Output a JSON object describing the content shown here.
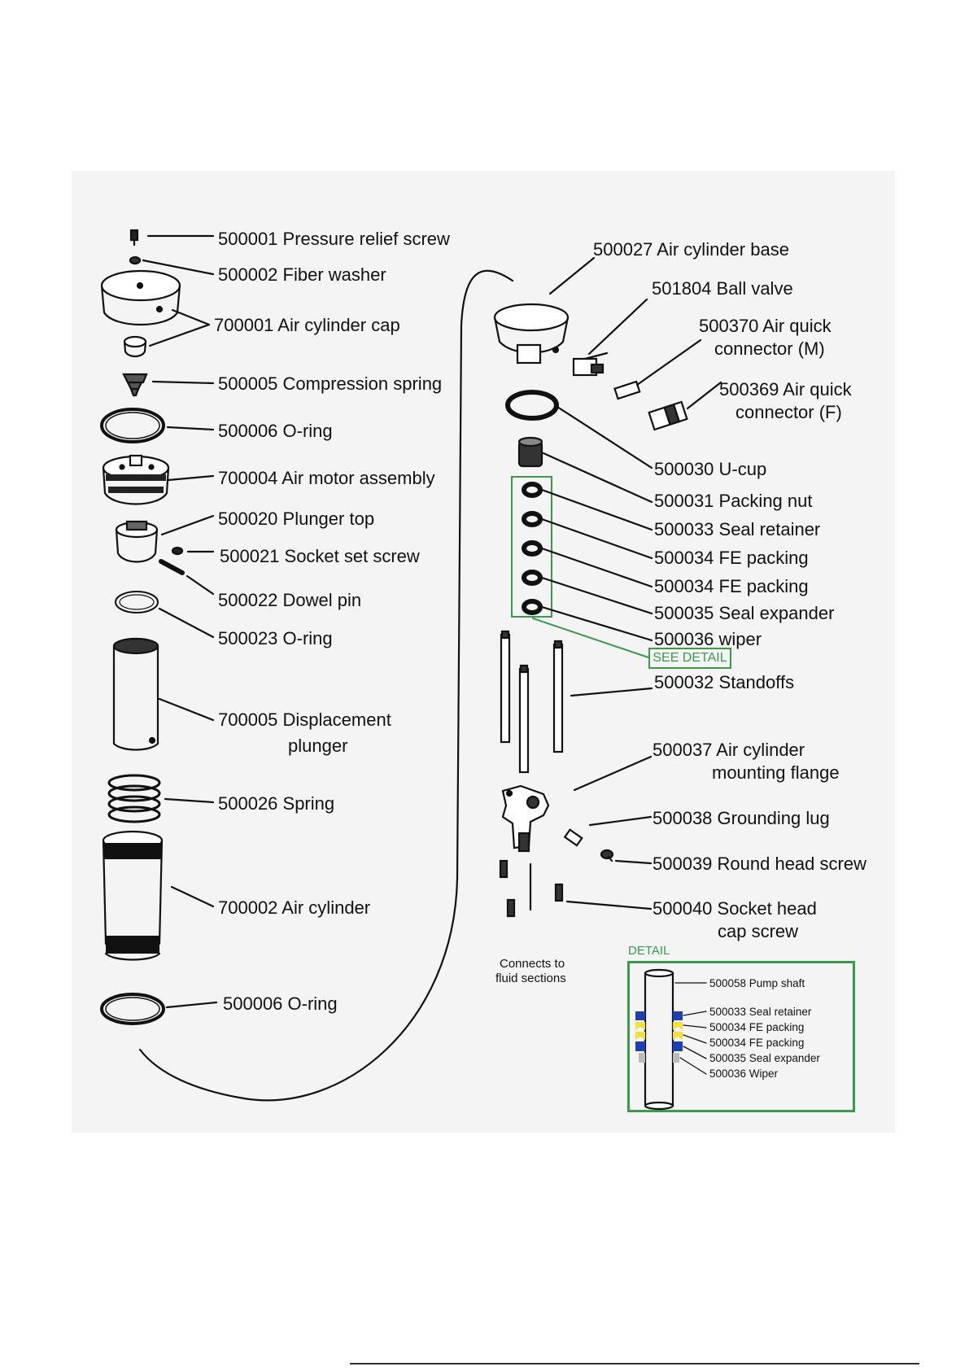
{
  "parts_left": [
    {
      "text": "500001 Pressure relief screw"
    },
    {
      "text": "500002 Fiber washer"
    },
    {
      "text": "700001 Air cylinder cap"
    },
    {
      "text": "500005 Compression spring"
    },
    {
      "text": "500006 O-ring"
    },
    {
      "text": "700004 Air motor assembly"
    },
    {
      "text": "500020 Plunger top"
    },
    {
      "text": "500021 Socket set screw"
    },
    {
      "text": "500022 Dowel pin"
    },
    {
      "text": "500023 O-ring"
    },
    {
      "text": "700005 Displacement",
      "text2": "plunger"
    },
    {
      "text": "500026 Spring"
    },
    {
      "text": "700002 Air cylinder"
    },
    {
      "text": "500006 O-ring"
    }
  ],
  "parts_right": [
    {
      "text": "500027 Air cylinder base"
    },
    {
      "text": "501804 Ball valve"
    },
    {
      "text": "500370 Air quick",
      "text2": "connector (M)"
    },
    {
      "text": "500369 Air quick",
      "text2": "connector (F)"
    },
    {
      "text": "500030 U-cup"
    },
    {
      "text": "500031 Packing nut"
    },
    {
      "text": "500033 Seal retainer"
    },
    {
      "text": "500034 FE packing"
    },
    {
      "text": "500034 FE packing"
    },
    {
      "text": "500035 Seal expander"
    },
    {
      "text": "500036 wiper"
    },
    {
      "text": "500032 Standoffs"
    },
    {
      "text": "500037 Air cylinder",
      "text2": "mounting flange"
    },
    {
      "text": "500038 Grounding lug"
    },
    {
      "text": "500039 Round head screw"
    },
    {
      "text": "500040 Socket head",
      "text2": "cap screw"
    }
  ],
  "see_detail": "SEE DETAIL",
  "connects_note": {
    "line1": "Connects to",
    "line2": "fluid sections"
  },
  "detail": {
    "title": "DETAIL",
    "labels": [
      "500058 Pump shaft",
      "500033 Seal retainer",
      "500034 FE packing",
      "500034 FE packing",
      "500035 Seal expander",
      "500036 Wiper"
    ]
  },
  "colors": {
    "accent_green": "#3a9a4a",
    "detail_blue": "#1f3fb0",
    "detail_yellow": "#f3e03a"
  }
}
